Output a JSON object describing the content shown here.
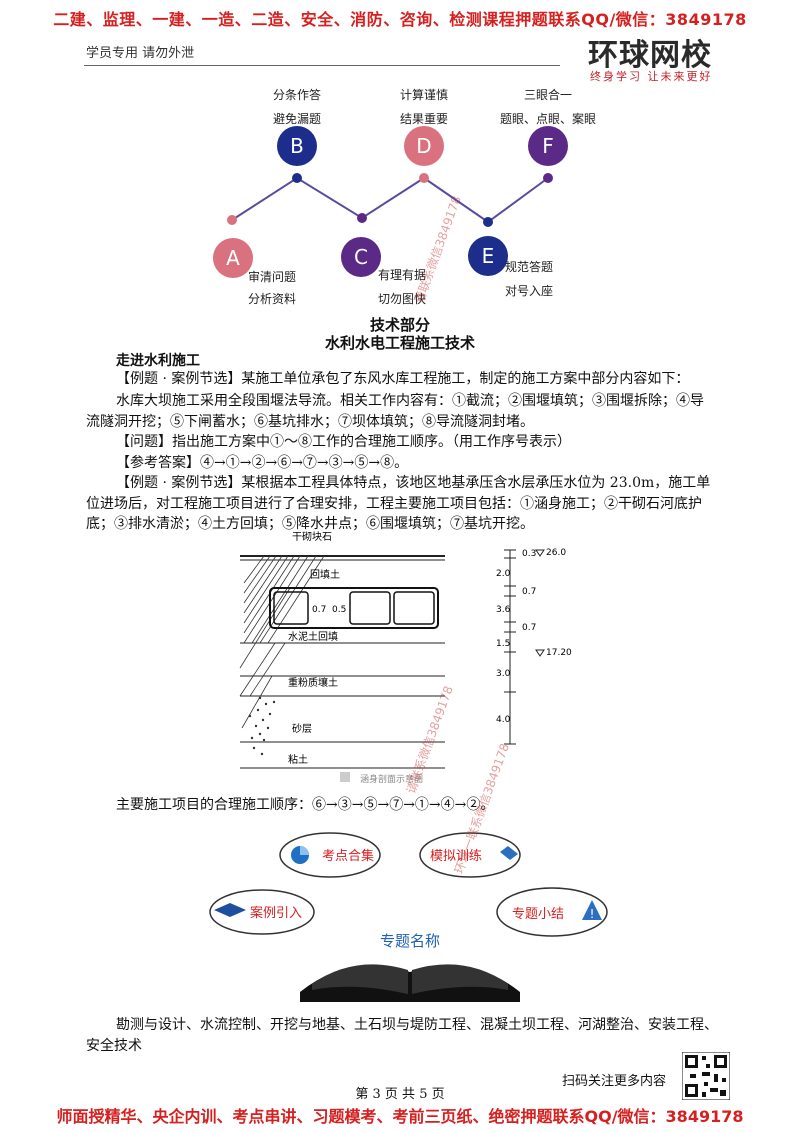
{
  "banner": {
    "top": "二建、监理、一建、一造、二造、安全、消防、咨询、检测课程押题联系QQ/微信：3849178",
    "bottom": "师面授精华、央企内训、考点串讲、习题模考、考前三页纸、绝密押题联系QQ/微信：3849178"
  },
  "header": {
    "learner_note": "学员专用 请勿外泄",
    "logo": "环球网校",
    "slogan": "终身学习 让未来更好"
  },
  "method_diagram": {
    "nodes": [
      {
        "letter": "A",
        "line1": "审清问题",
        "line2": "分析资料",
        "color": "#d9727e"
      },
      {
        "letter": "B",
        "line1": "分条作答",
        "line2": "避免漏题",
        "color": "#1c2d8c"
      },
      {
        "letter": "C",
        "line1": "有理有据",
        "line2": "切勿图快",
        "color": "#5b2a86"
      },
      {
        "letter": "D",
        "line1": "计算谨慎",
        "line2": "结果重要",
        "color": "#d9727e"
      },
      {
        "letter": "E",
        "line1": "规范答题",
        "line2": "对号入座",
        "color": "#1c2d8c"
      },
      {
        "letter": "F",
        "line1": "三眼合一",
        "line2": "题眼、点眼、案眼",
        "color": "#5b2a86"
      }
    ]
  },
  "titles": {
    "part": "技术部分",
    "chapter": "水利水电工程施工技术",
    "section": "走进水利施工"
  },
  "example1": {
    "intro": "【例题 · 案例节选】某施工单位承包了东风水库工程施工，制定的施工方案中部分内容如下：",
    "body_line1": "水库大坝施工采用全段围堰法导流。相关工作内容有：①截流；②围堰填筑；③围堰拆除；④导",
    "body_line2": "流隧洞开挖；⑤下闸蓄水；⑥基坑排水；⑦坝体填筑；⑧导流隧洞封堵。",
    "question": "【问题】指出施工方案中①～⑧工作的合理施工顺序。（用工作序号表示）",
    "answer": "【参考答案】④→①→②→⑥→⑦→③→⑤→⑧。"
  },
  "example2": {
    "line1": "【例题 · 案例节选】某根据本工程具体特点，该地区地基承压含水层承压水位为 23.0m，施工单",
    "line2": "位进场后，对工程施工项目进行了合理安排，工程主要施工项目包括：①涵身施工；②干砌石河底护",
    "line3": "底；③排水清淤；④土方回填；⑤降水井点；⑥围堰填筑；⑦基坑开挖。"
  },
  "culvert_figure": {
    "layers": [
      "干砌块石",
      "回填土",
      "水泥土回填",
      "重粉质壤土",
      "砂层",
      "粘土"
    ],
    "dims": [
      "0.7",
      "0.5"
    ],
    "elev_top": "26.0",
    "elev_mid": "17.20",
    "segments": [
      "0.3",
      "2.0",
      "0.7",
      "3.6",
      "0.7",
      "1.5",
      "3.0",
      "4.0"
    ],
    "caption": "涵身剖面示意图"
  },
  "sequence": "主要施工项目的合理施工顺序：⑥→③→⑤→⑦→①→④→②。",
  "topic_bubbles": {
    "b1": "考点合集",
    "b2": "模拟训练",
    "b3": "案例引入",
    "b4": "专题小结",
    "center": "专题名称"
  },
  "topics_text": {
    "line1": "勘测与设计、水流控制、开挖与地基、土石坝与堤防工程、混凝土坝工程、河湖整治、安装工程、",
    "line2": "安全技术"
  },
  "footer": {
    "page": "第 3 页 共 5 页",
    "scan": "扫码关注更多内容"
  },
  "watermarks": {
    "w1": "请联系微信3849178",
    "w2": "请联系微信3849178",
    "w3": "环球一联系微信3849178"
  }
}
